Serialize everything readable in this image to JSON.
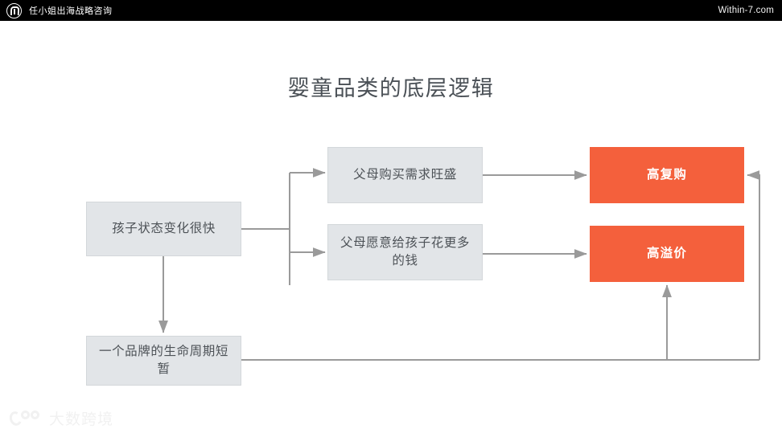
{
  "header": {
    "logo_icon": "circle-arrow-logo-icon",
    "brand": "任小姐出海战略咨询",
    "site": "Within-7.com"
  },
  "slide": {
    "title": "婴童品类的底层逻辑"
  },
  "diagram": {
    "nodes": {
      "kid": "孩子状态变化很快",
      "demand": "父母购买需求旺盛",
      "spend": "父母愿意给孩子花更多的钱",
      "repurchase": "高复购",
      "premium": "高溢价",
      "lifecycle": "一个品牌的生命周期短暂"
    },
    "colors": {
      "gray_fill": "#e2e5e8",
      "gray_border": "#d3d7da",
      "gray_text": "#4d5257",
      "red_fill": "#f4603c",
      "red_text": "#ffffff",
      "edge": "#9a9a9a"
    },
    "edges": [
      {
        "from": "kid",
        "to": "demand",
        "style": "elbow-arrow"
      },
      {
        "from": "kid",
        "to": "spend",
        "style": "elbow-arrow"
      },
      {
        "from": "demand",
        "to": "repurchase",
        "style": "straight-arrow"
      },
      {
        "from": "spend",
        "to": "premium",
        "style": "straight-arrow"
      },
      {
        "from": "kid",
        "to": "lifecycle",
        "style": "vertical-arrow"
      },
      {
        "from": "lifecycle",
        "to": "premium",
        "style": "elbow-arrow-up"
      },
      {
        "from": "lifecycle",
        "to": "repurchase",
        "style": "elbow-arrow-left"
      }
    ]
  },
  "watermark": {
    "mark_icon": "dashuku-logo-icon",
    "text": "大数跨境"
  }
}
